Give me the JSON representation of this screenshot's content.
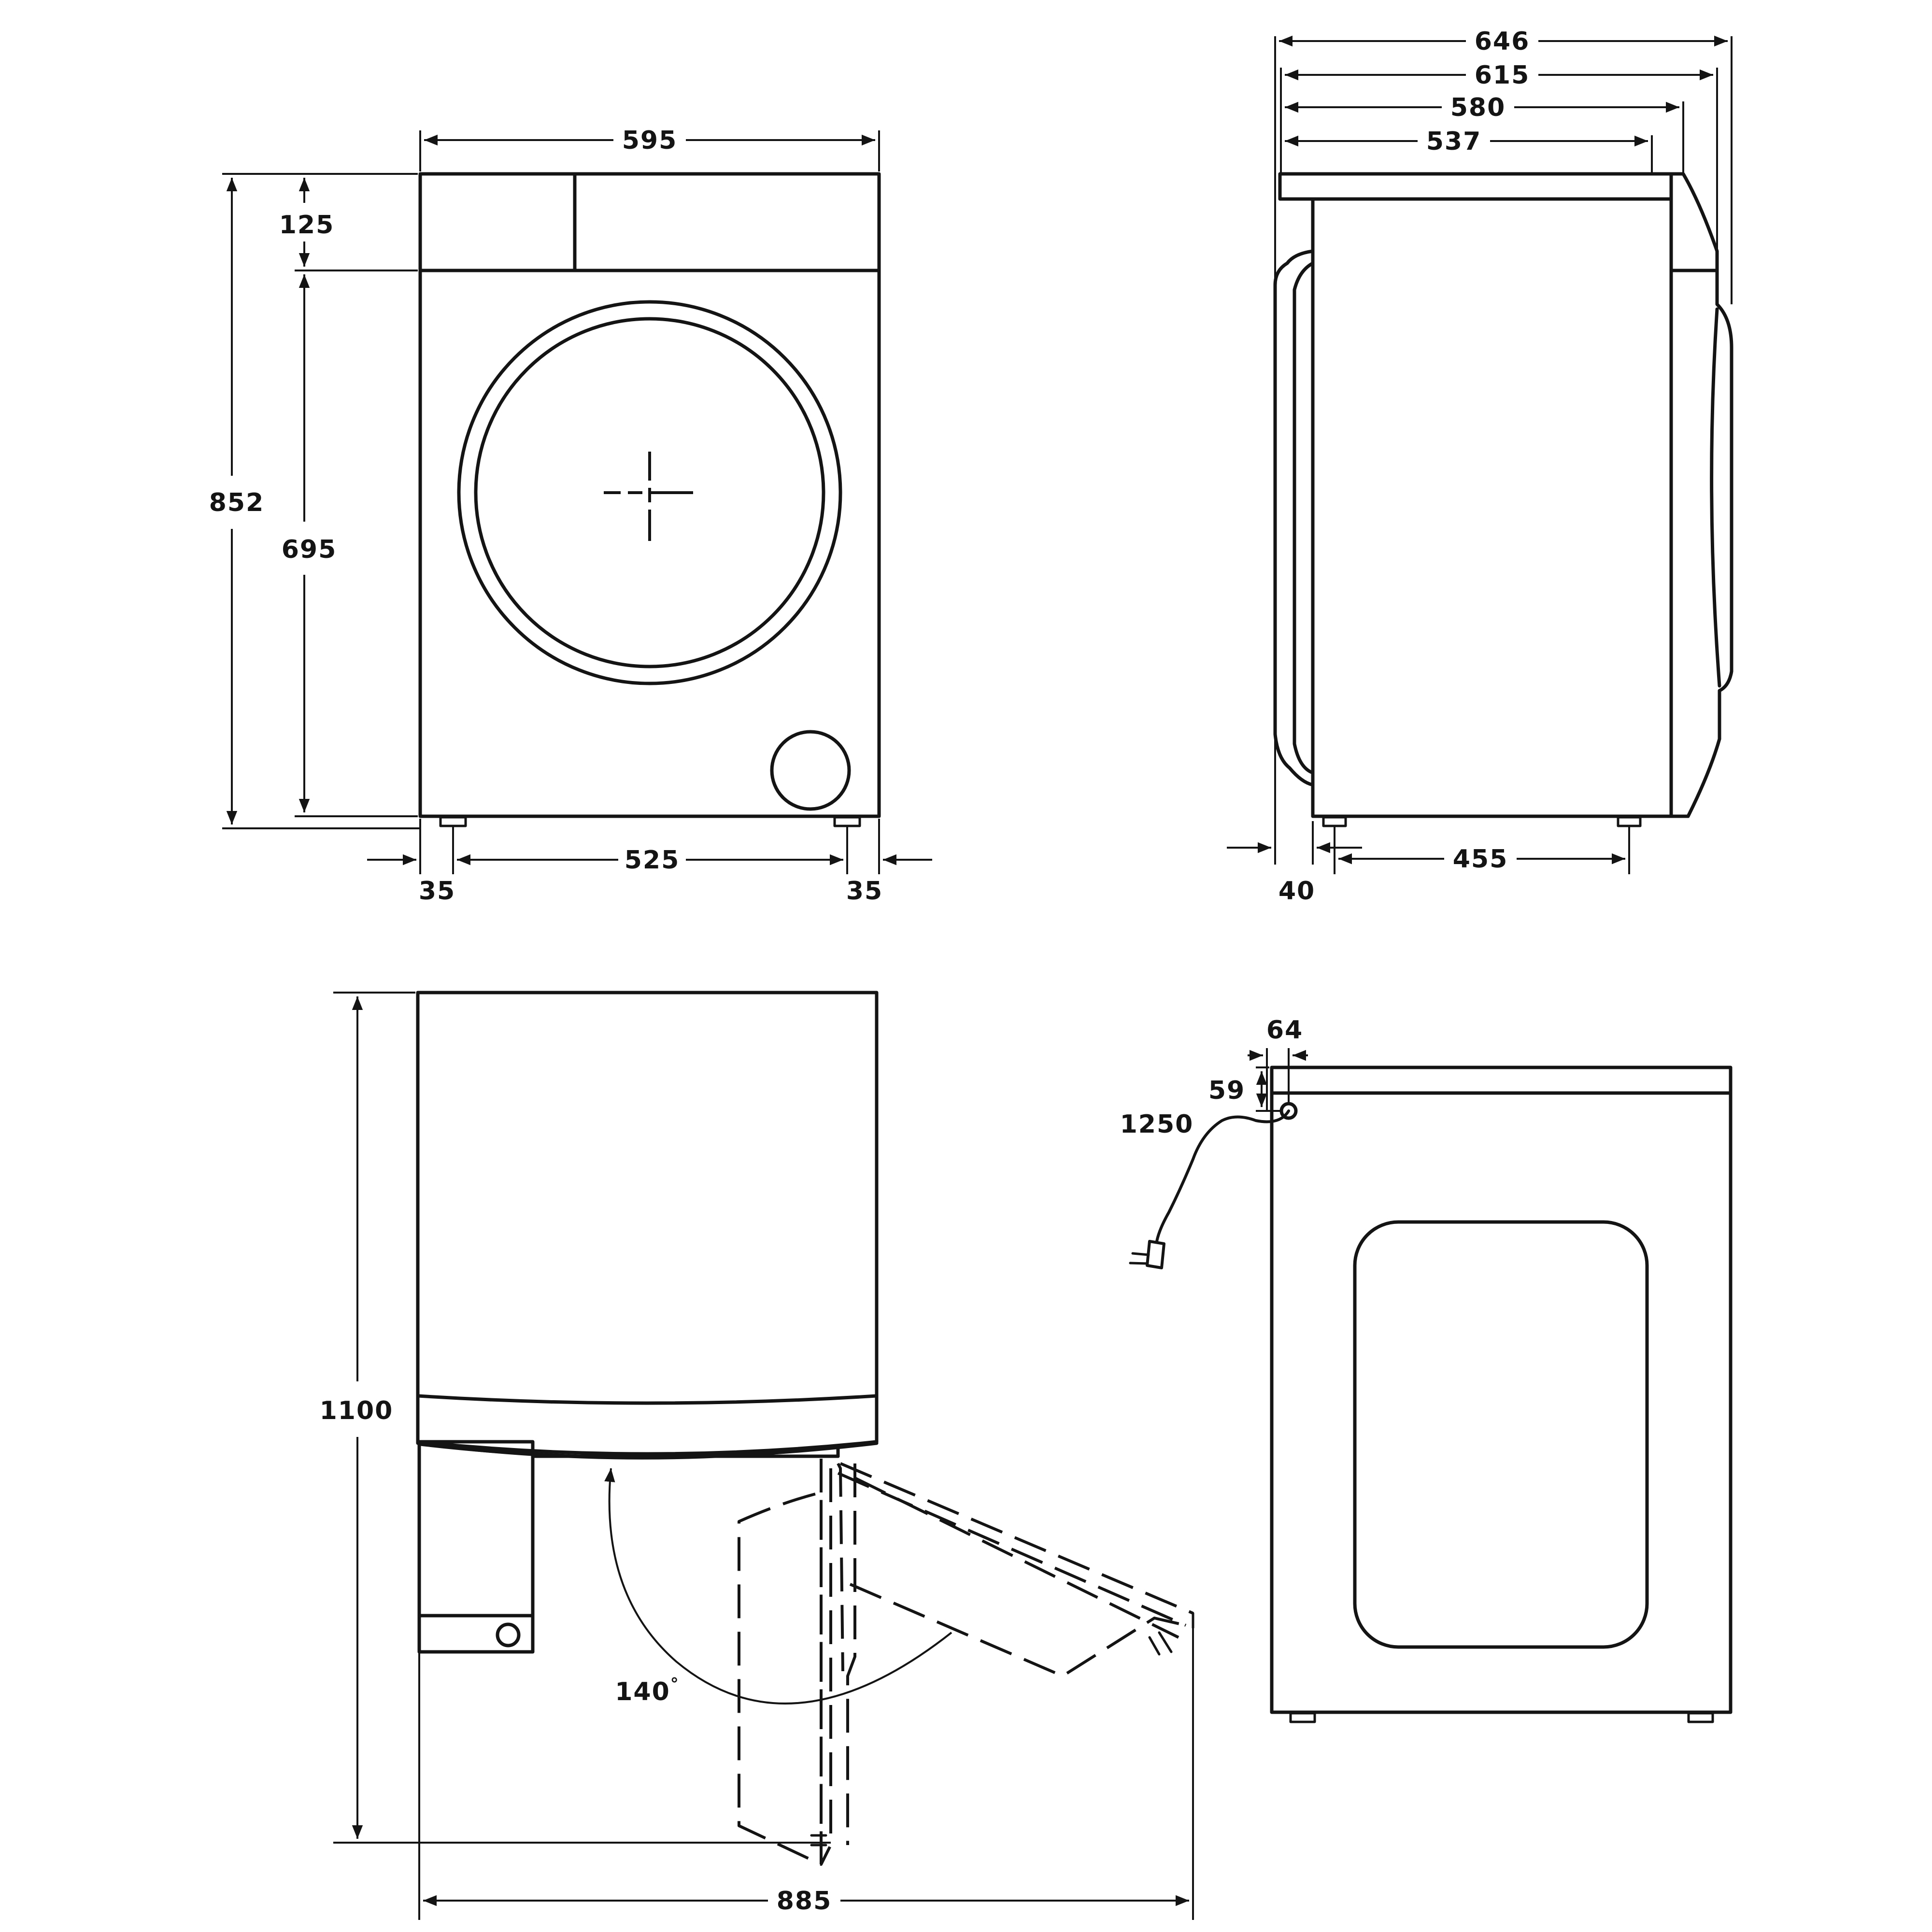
{
  "dimensions": {
    "front_view": {
      "width": "595",
      "height": "852",
      "panel_height": "125",
      "body_height": "695",
      "feet_spacing": "525",
      "left_offset": "35",
      "right_offset": "35"
    },
    "side_view": {
      "depth_overall": "646",
      "depth_615": "615",
      "depth_580": "580",
      "depth_537": "537",
      "door_protrusion": "40",
      "feet_spacing": "455"
    },
    "door_open_view": {
      "height": "1100",
      "door_angle": "140",
      "degree_symbol": "°",
      "total_depth": "885"
    },
    "rear_view": {
      "cable_offset_x": "64",
      "cable_offset_y": "59",
      "cable_length": "1250"
    }
  },
  "colors": {
    "line": "#141414",
    "background": "#ffffff"
  }
}
